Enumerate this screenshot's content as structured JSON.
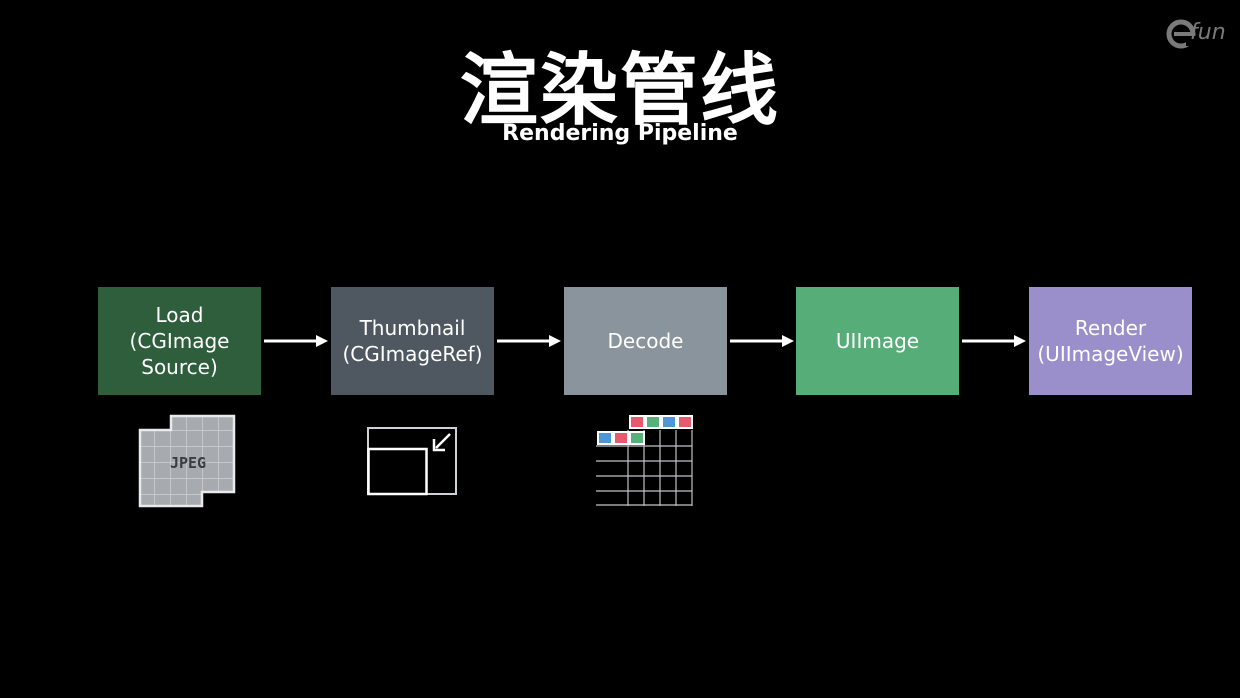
{
  "title": "渲染管线",
  "subtitle": "Rendering Pipeline",
  "logo": {
    "text": "fun",
    "icon": "efun-logo-icon"
  },
  "pipeline": {
    "stages": [
      {
        "label": "Load\n(CGImage\nSource)",
        "color": "#2e5e3c"
      },
      {
        "label": "Thumbnail\n(CGImageRef)",
        "color": "#4f5860"
      },
      {
        "label": "Decode",
        "color": "#8a949c"
      },
      {
        "label": "UIImage",
        "color": "#56ad78"
      },
      {
        "label": "Render\n(UIImageView)",
        "color": "#9a8fcb"
      }
    ],
    "icons": [
      {
        "name": "jpeg-file-icon",
        "label": "JPEG"
      },
      {
        "name": "thumbnail-icon"
      },
      {
        "name": "decoded-pixel-grid-icon"
      }
    ],
    "pixel_colors": [
      "#4f96d6",
      "#e65a6e",
      "#5ab07a"
    ]
  }
}
